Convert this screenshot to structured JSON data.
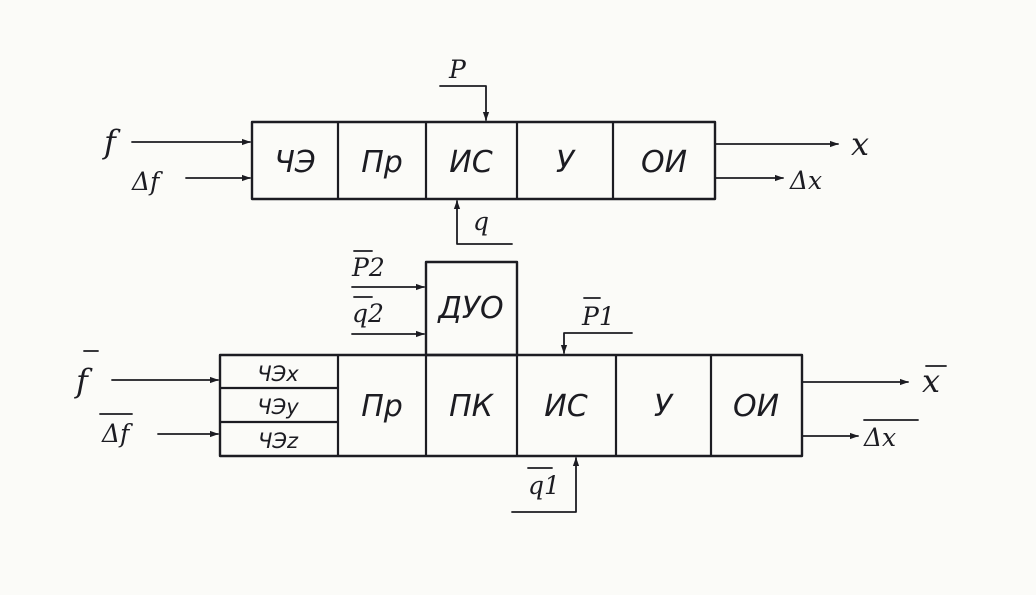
{
  "top_chain": {
    "blocks": [
      "ЧЭ",
      "Пр",
      "ИС",
      "У",
      "ОИ"
    ],
    "inputs": [
      "f",
      "Δf"
    ],
    "outputs": [
      "x",
      "Δx"
    ],
    "disturbance": "P",
    "control": "q"
  },
  "bottom_chain": {
    "sensor_blocks": [
      "ЧЭx",
      "ЧЭy",
      "ЧЭz"
    ],
    "blocks": [
      "Пр",
      "ПК",
      "ИС",
      "У",
      "ОИ"
    ],
    "auxiliary_block": "ДУО",
    "aux_inputs": [
      "P2",
      "q2"
    ],
    "inputs": [
      "f",
      "Δf"
    ],
    "outputs": [
      "x",
      "Δx"
    ],
    "disturbance": "P1",
    "control": "q1"
  }
}
